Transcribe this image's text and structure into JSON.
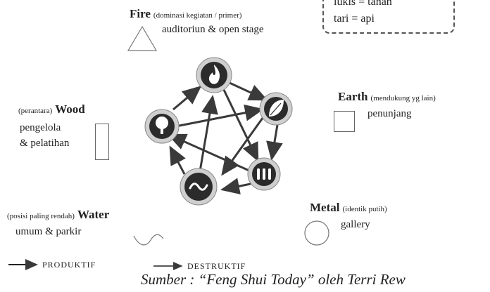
{
  "note": {
    "line1": "lukis = tanah",
    "line2": "tari = api"
  },
  "elements": {
    "fire": {
      "name": "Fire",
      "qualifier": "(dominasi kegiatan / primer)",
      "description": "auditoriun & open stage",
      "shape": "triangle"
    },
    "earth": {
      "name": "Earth",
      "qualifier": "(mendukung yg lain)",
      "description": "penunjang",
      "shape": "square"
    },
    "wood": {
      "name": "Wood",
      "qualifier": "(perantara)",
      "description_line1": "pengelola",
      "description_line2": "& pelatihan",
      "shape": "tall-rectangle"
    },
    "water": {
      "name": "Water",
      "qualifier": "(posisi paling rendah)",
      "description": "umum & parkir",
      "shape": "wave"
    },
    "metal": {
      "name": "Metal",
      "qualifier": "(identik putih)",
      "description": "gallery",
      "shape": "circle"
    }
  },
  "legend": {
    "productive": "PRODUKTIF",
    "destructive": "DESTRUKTIF"
  },
  "source": "Sumber : “Feng Shui Today” oleh Terri Rew",
  "colors": {
    "node_dark": "#2b2b2b",
    "node_ring": "#cfcfcf",
    "arrow": "#3a3a3a"
  },
  "icons": {
    "fire": "flame-icon",
    "earth": "leaf-icon",
    "wood": "tree-icon",
    "water": "wave-icon",
    "metal": "bars-icon"
  }
}
